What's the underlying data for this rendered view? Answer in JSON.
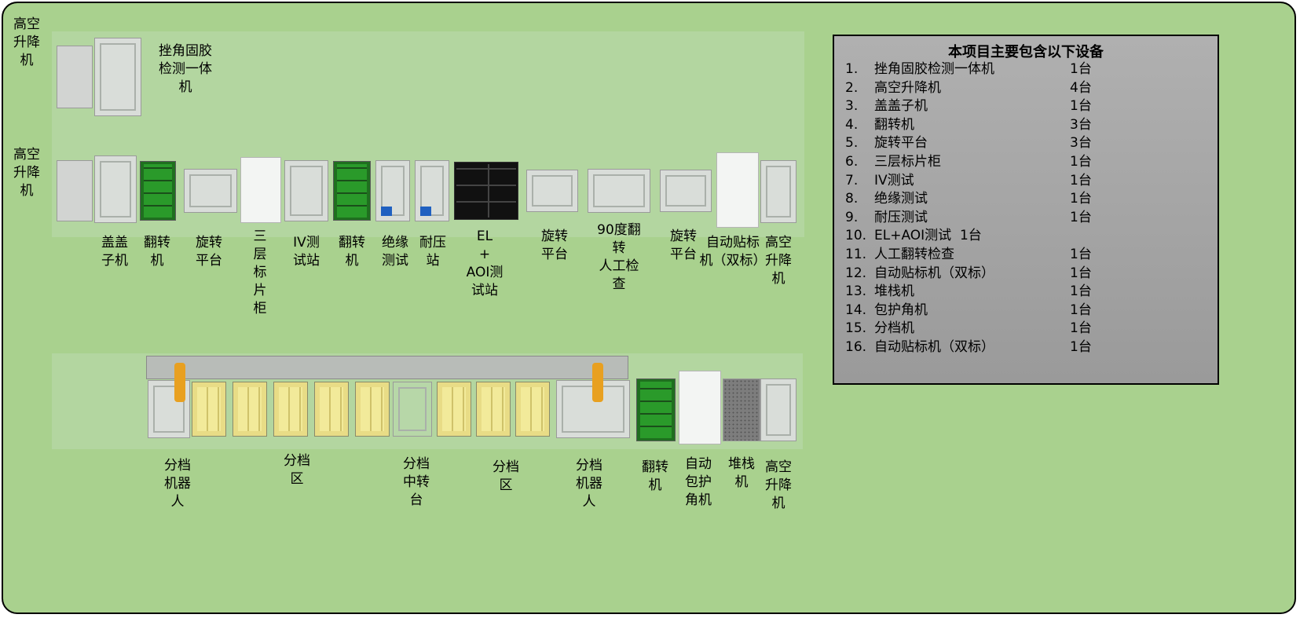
{
  "labels": {
    "lift_top": "高空\n升降\n机",
    "chamfer": "挫角固胶\n检测一体\n机",
    "lift_mid": "高空\n升降\n机",
    "cap": "盖盖\n子机",
    "flip1": "翻转\n机",
    "rotate1": "旋转\n平台",
    "cabinet": "三\n层\n标\n片\n柜",
    "iv": "IV测\n试站",
    "flip2": "翻转\n机",
    "insulation": "绝缘\n测试",
    "hipot": "耐压\n站",
    "el_aoi": "EL\n+\nAOI测\n试站",
    "rotate2": "旋转\n平台",
    "flip90": "90度翻\n转\n人工检\n查",
    "rotate3": "旋转\n平台",
    "labeler": "自动贴标\n机（双标）",
    "lift_right": "高空\n升降\n机",
    "sort_robot1": "分档\n机器\n人",
    "sort_zone1": "分档\n区",
    "sort_transfer": "分档\n中转\n台",
    "sort_zone2": "分档\n区",
    "sort_robot2": "分档\n机器\n人",
    "flip3": "翻转\n机",
    "corner": "自动\n包护\n角机",
    "stacker": "堆栈\n机",
    "lift_bottom": "高空\n升降\n机"
  },
  "equipment_list": {
    "title": "本项目主要包含以下设备",
    "items": [
      {
        "no": "1.",
        "name": "挫角固胶检测一体机",
        "qty": "1台"
      },
      {
        "no": "2.",
        "name": "高空升降机",
        "qty": "4台"
      },
      {
        "no": "3.",
        "name": "盖盖子机",
        "qty": "1台"
      },
      {
        "no": "4.",
        "name": "翻转机",
        "qty": "3台"
      },
      {
        "no": "5.",
        "name": "旋转平台",
        "qty": "3台"
      },
      {
        "no": "6.",
        "name": "三层标片柜",
        "qty": "1台"
      },
      {
        "no": "7.",
        "name": "IV测试",
        "qty": "1台"
      },
      {
        "no": "8.",
        "name": "绝缘测试",
        "qty": "1台"
      },
      {
        "no": "9.",
        "name": "耐压测试",
        "qty": "1台"
      },
      {
        "no": "10.",
        "name": "EL+AOI测试  1台",
        "qty": ""
      },
      {
        "no": "11.",
        "name": "人工翻转检查",
        "qty": "1台"
      },
      {
        "no": "12.",
        "name": "自动贴标机（双标）",
        "qty": "1台"
      },
      {
        "no": "13.",
        "name": "堆栈机",
        "qty": "1台"
      },
      {
        "no": "14.",
        "name": "包护角机",
        "qty": "1台"
      },
      {
        "no": "15.",
        "name": "分档机",
        "qty": "1台"
      },
      {
        "no": "16.",
        "name": "自动贴标机（双标）",
        "qty": "1台"
      }
    ]
  },
  "colors": {
    "background": "#a9d18e",
    "panel": "#a6a6a6",
    "machine_green": "#1f6f1f",
    "robot_orange": "#e8a020",
    "bin_yellow": "#e8dc86"
  }
}
